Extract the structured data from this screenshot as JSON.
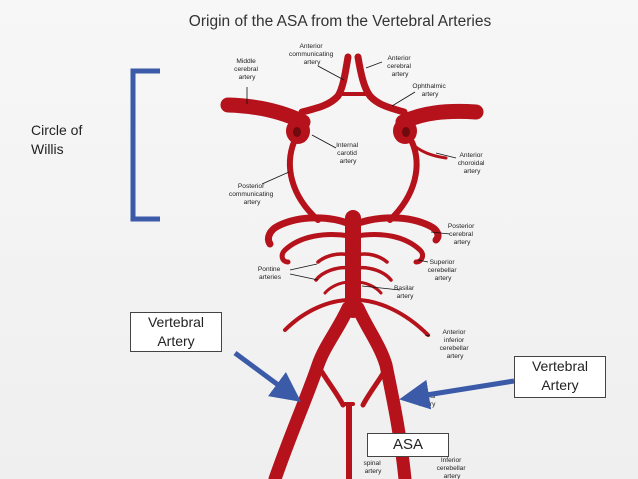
{
  "title": "Origin of the ASA from the Vertebral Arteries",
  "circle_label": [
    "Circle of",
    "Willis"
  ],
  "callouts": {
    "left": [
      "Vertebral",
      "Artery"
    ],
    "right": [
      "Vertebral",
      "Artery"
    ],
    "asa": "ASA"
  },
  "labels": {
    "middle_cerebral": [
      "Middle",
      "cerebral",
      "artery"
    ],
    "anterior_communicating": [
      "Anterior",
      "communicating",
      "artery"
    ],
    "anterior_cerebral": [
      "Anterior",
      "cerebral",
      "artery"
    ],
    "ophthalmic": [
      "Ophthalmic",
      "artery"
    ],
    "internal_carotid": [
      "Internal",
      "carotid",
      "artery"
    ],
    "anterior_choroidal": [
      "Anterior",
      "choroidal",
      "artery"
    ],
    "posterior_communicating": [
      "Posterior",
      "communicating",
      "artery"
    ],
    "posterior_cerebral": [
      "Posterior",
      "cerebral",
      "artery"
    ],
    "superior_cerebellar": [
      "Superior",
      "cerebellar",
      "artery"
    ],
    "pontine": [
      "Pontine",
      "arteries"
    ],
    "basilar": [
      "Basilar",
      "artery"
    ],
    "anterior_inferior_cerebellar": [
      "Anterior",
      "inferior",
      "cerebellar",
      "artery"
    ],
    "vertebral_partial": [
      "rtebral",
      "artery"
    ],
    "spinal_partial": [
      "spinal",
      "artery"
    ],
    "inferior_partial": [
      "Inferior",
      "cerebellar",
      "artery"
    ]
  },
  "colors": {
    "artery": "#b5121b",
    "bracket": "#3b5aa8",
    "arrow": "#3b5aa8"
  }
}
